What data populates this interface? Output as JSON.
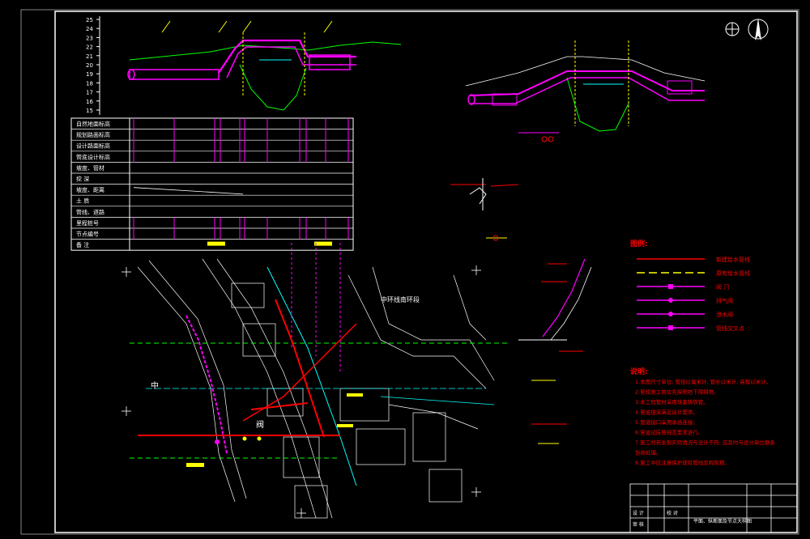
{
  "profile": {
    "elevation_ticks": [
      "25",
      "24",
      "23",
      "22",
      "21",
      "20",
      "19",
      "18",
      "17",
      "16",
      "15"
    ]
  },
  "table_rows": [
    "自然地面标高",
    "规划路面标高",
    "设计路面标高",
    "管底设计标高",
    "坡度、管材",
    "挖 深",
    "坡度、距离",
    "土 质",
    "管线、道路",
    "里程桩号",
    "节点编号",
    "备 注"
  ],
  "legend": {
    "title": "图例:",
    "items": [
      {
        "label": "新建给水管线"
      },
      {
        "label": "原有给水管线"
      },
      {
        "label": "阀 门"
      },
      {
        "label": "排气阀"
      },
      {
        "label": "泄水阀"
      },
      {
        "label": "管线交叉点"
      }
    ]
  },
  "notes": {
    "title": "说明:",
    "lines": [
      "1.本图尺寸单位: 管径以毫米计, 管长以米计, 高程以米计。",
      "2.管线施工前应先探明地下障碍物。",
      "3.本工程管材采用球墨铸铁管。",
      "4.管道埋深满足设计要求。",
      "5.管道接口采用承插连接。",
      "6.管道试压按规范要求进行。",
      "7.施工时若发现实际情况与设计不符, 应及时与设计单位联系",
      "   协商处理。",
      "8.施工中应注意保护现有管线及构筑物。"
    ]
  },
  "map_labels": {
    "road_label": "中环线南环段",
    "char_a": "中",
    "char_b": "阀"
  },
  "title_block": {
    "drawing_title": "平面、纵断面及节点大样图",
    "label_design": "设 计",
    "label_review": "审 核",
    "label_check": "校 对"
  },
  "colors": {
    "background": "#000000",
    "frame": "#ffffff",
    "new_pipe": "#ff00ff",
    "old_pipe": "#ffff00",
    "red_line": "#ff0000",
    "cyan": "#00ffff",
    "green": "#00ff00"
  },
  "icons": [
    "north-arrow-icon",
    "section-symbol-icon"
  ]
}
